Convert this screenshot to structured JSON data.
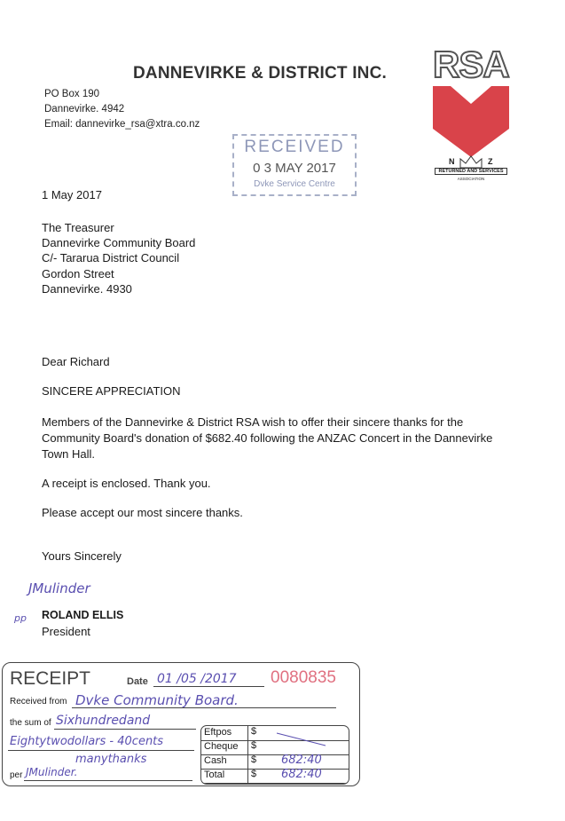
{
  "letterhead": {
    "org": "DANNEVIRKE & DISTRICT INC.",
    "logo_text": "RSA",
    "logo_n": "N",
    "logo_z": "Z",
    "logo_band": "RETURNED AND SERVICES",
    "logo_assoc": "ASSOCIATION",
    "address": [
      "PO Box 190",
      "Dannevirke. 4942",
      "Email: dannevirke_rsa@xtra.co.nz"
    ]
  },
  "stamp": {
    "label": "RECEIVED",
    "date": "0 3 MAY 2017",
    "office": "Dvke Service Centre"
  },
  "date": "1 May 2017",
  "recipient": [
    "The Treasurer",
    "Dannevirke Community Board",
    "C/- Tararua District Council",
    "Gordon Street",
    "Dannevirke. 4930"
  ],
  "salutation": "Dear Richard",
  "subject": "SINCERE APPRECIATION",
  "body": [
    "Members of the Dannevirke & District RSA wish to offer their sincere thanks for the",
    "Community Board's donation of $682.40 following the ANZAC Concert  in the Dannevirke",
    "Town Hall."
  ],
  "p2": "A receipt is enclosed. Thank you.",
  "p3": "Please accept our most sincere thanks.",
  "closing": "Yours Sincerely",
  "signature": "JMulinder",
  "pp": "pp",
  "signer": "ROLAND ELLIS",
  "signer_title": "President",
  "receipt": {
    "title": "RECEIPT",
    "date_label": "Date",
    "date_value": "01 /05 /2017",
    "number": "0080835",
    "received_from_label": "Received from",
    "received_from": "Dvke Community Board.",
    "sum_label": "the sum of",
    "sum_line1": "Sixhundredand",
    "sum_line2": "Eightytwodollars - 40cents",
    "note": "manythanks",
    "per_label": "per",
    "per_value": "JMulinder.",
    "rows": [
      {
        "label": "Eftpos",
        "cur": "$",
        "value": ""
      },
      {
        "label": "Cheque",
        "cur": "$",
        "value": ""
      },
      {
        "label": "Cash",
        "cur": "$",
        "value": "682:40"
      },
      {
        "label": "Total",
        "cur": "$",
        "value": "682:40"
      }
    ]
  },
  "colors": {
    "heart": "#d9434a",
    "receipt_number": "#e07080",
    "ink": "#5a4fb0"
  }
}
